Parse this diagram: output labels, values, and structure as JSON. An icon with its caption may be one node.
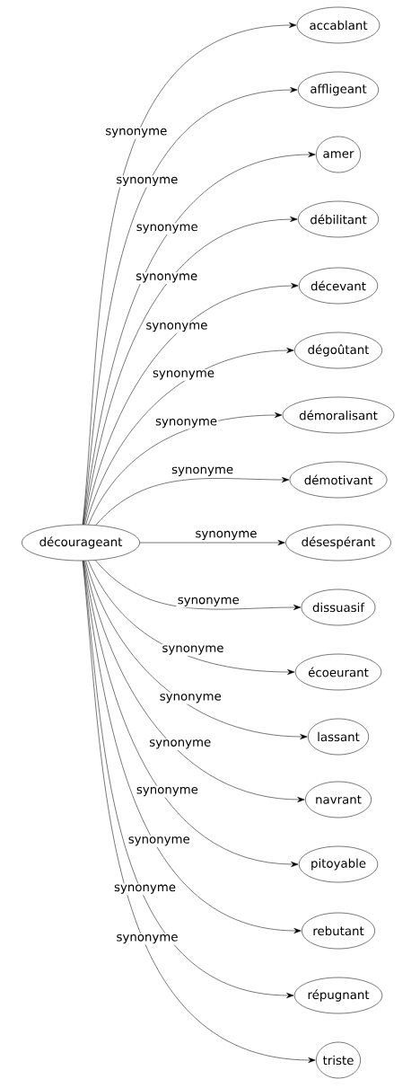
{
  "diagram": {
    "nodes": [
      {
        "text": [
          "décourageant"
        ]
      },
      {
        "text": [
          "accablant"
        ]
      },
      {
        "text": [
          "affligeant"
        ]
      },
      {
        "text": [
          "amer"
        ]
      },
      {
        "text": [
          "débilitant"
        ]
      },
      {
        "text": [
          "décevant"
        ]
      },
      {
        "text": [
          "dégoûtant"
        ]
      },
      {
        "text": [
          "démoralisant"
        ]
      },
      {
        "text": [
          "démotivant"
        ]
      },
      {
        "text": [
          "désespérant"
        ]
      },
      {
        "text": [
          "dissuasif"
        ]
      },
      {
        "text": [
          "écoeurant"
        ]
      },
      {
        "text": [
          "lassant"
        ]
      },
      {
        "text": [
          "navrant"
        ]
      },
      {
        "text": [
          "pitoyable"
        ]
      },
      {
        "text": [
          "rebutant"
        ]
      },
      {
        "text": [
          "répugnant"
        ]
      },
      {
        "text": [
          "triste"
        ]
      }
    ],
    "edges": [
      {
        "from": 0,
        "to": 1,
        "arrow": "to",
        "label": "synonyme"
      },
      {
        "from": 0,
        "to": 2,
        "arrow": "to",
        "label": "synonyme"
      },
      {
        "from": 0,
        "to": 3,
        "arrow": "to",
        "label": "synonyme"
      },
      {
        "from": 0,
        "to": 4,
        "arrow": "to",
        "label": "synonyme"
      },
      {
        "from": 0,
        "to": 5,
        "arrow": "to",
        "label": "synonyme"
      },
      {
        "from": 0,
        "to": 6,
        "arrow": "to",
        "label": "synonyme"
      },
      {
        "from": 0,
        "to": 7,
        "arrow": "to",
        "label": "synonyme"
      },
      {
        "from": 0,
        "to": 8,
        "arrow": "to",
        "label": "synonyme"
      },
      {
        "from": 0,
        "to": 9,
        "arrow": "to",
        "label": "synonyme"
      },
      {
        "from": 0,
        "to": 10,
        "arrow": "to",
        "label": "synonyme"
      },
      {
        "from": 0,
        "to": 11,
        "arrow": "to",
        "label": "synonyme"
      },
      {
        "from": 0,
        "to": 12,
        "arrow": "to",
        "label": "synonyme"
      },
      {
        "from": 0,
        "to": 13,
        "arrow": "to",
        "label": "synonyme"
      },
      {
        "from": 0,
        "to": 14,
        "arrow": "to",
        "label": "synonyme"
      },
      {
        "from": 0,
        "to": 15,
        "arrow": "to",
        "label": "synonyme"
      },
      {
        "from": 0,
        "to": 16,
        "arrow": "to",
        "label": "synonyme"
      },
      {
        "from": 0,
        "to": 17,
        "arrow": "to",
        "label": "synonyme"
      }
    ]
  }
}
